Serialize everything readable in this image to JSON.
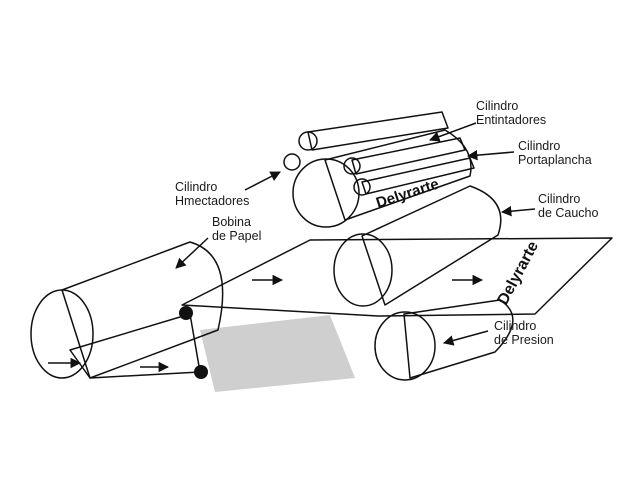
{
  "labels": {
    "cilindro_entintadores": [
      "Cilindro",
      "Entintadores"
    ],
    "cilindro_portaplancha": [
      "Cilindro",
      "Portaplancha"
    ],
    "cilindro_humectadores": [
      "Cilindro",
      "Hmectadores"
    ],
    "bobina_papel": [
      "Bobina",
      "de Papel"
    ],
    "cilindro_caucho": [
      "Cilindro",
      "de Caucho"
    ],
    "cilindro_presion": [
      "Cilindro",
      "de Presion"
    ]
  },
  "brand": {
    "plate_cylinder": "Delyrarte",
    "paper_sheet": "Delyrarte"
  },
  "colors": {
    "paper": "#c5e6ee",
    "roll_light": "#d6d6d6",
    "roll_gray": "#808080",
    "outline": "#111111",
    "shadow": "#cfcfcf"
  }
}
